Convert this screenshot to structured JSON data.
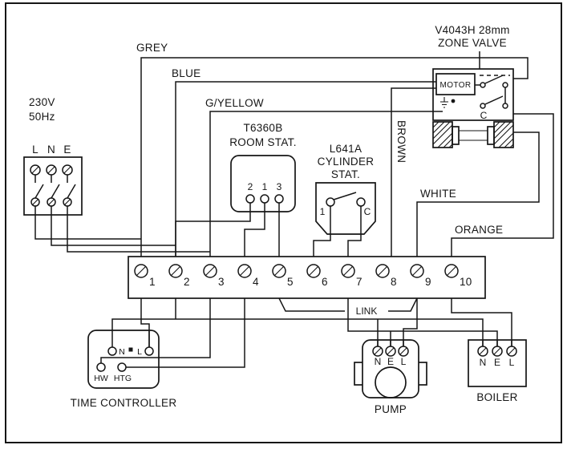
{
  "supply": {
    "voltage": "230V",
    "frequency": "50Hz",
    "terminals": [
      "L",
      "N",
      "E"
    ]
  },
  "wire_labels": {
    "grey": "GREY",
    "blue": "BLUE",
    "green_yellow": "G/YELLOW",
    "brown": "BROWN",
    "white": "WHITE",
    "orange": "ORANGE"
  },
  "room_stat": {
    "model": "T6360B",
    "name": "ROOM STAT.",
    "terminals": [
      "2",
      "1",
      "3"
    ]
  },
  "cylinder_stat": {
    "model": "L641A",
    "name_line1": "CYLINDER",
    "name_line2": "STAT.",
    "terminals": [
      "1",
      "C"
    ]
  },
  "zone_valve": {
    "model": "V4043H 28mm",
    "name": "ZONE VALVE",
    "motor_label": "MOTOR",
    "common_terminal": "C"
  },
  "terminal_strip": {
    "numbers": [
      "1",
      "2",
      "3",
      "4",
      "5",
      "6",
      "7",
      "8",
      "9",
      "10"
    ],
    "link_label": "LINK"
  },
  "time_controller": {
    "label": "TIME CONTROLLER",
    "terminal_n": "N",
    "terminal_l": "L",
    "terminal_hw": "HW",
    "terminal_htg": "HTG"
  },
  "pump": {
    "label": "PUMP",
    "terminals": [
      "N",
      "E",
      "L"
    ]
  },
  "boiler": {
    "label": "BOILER",
    "terminals": [
      "N",
      "E",
      "L"
    ]
  }
}
